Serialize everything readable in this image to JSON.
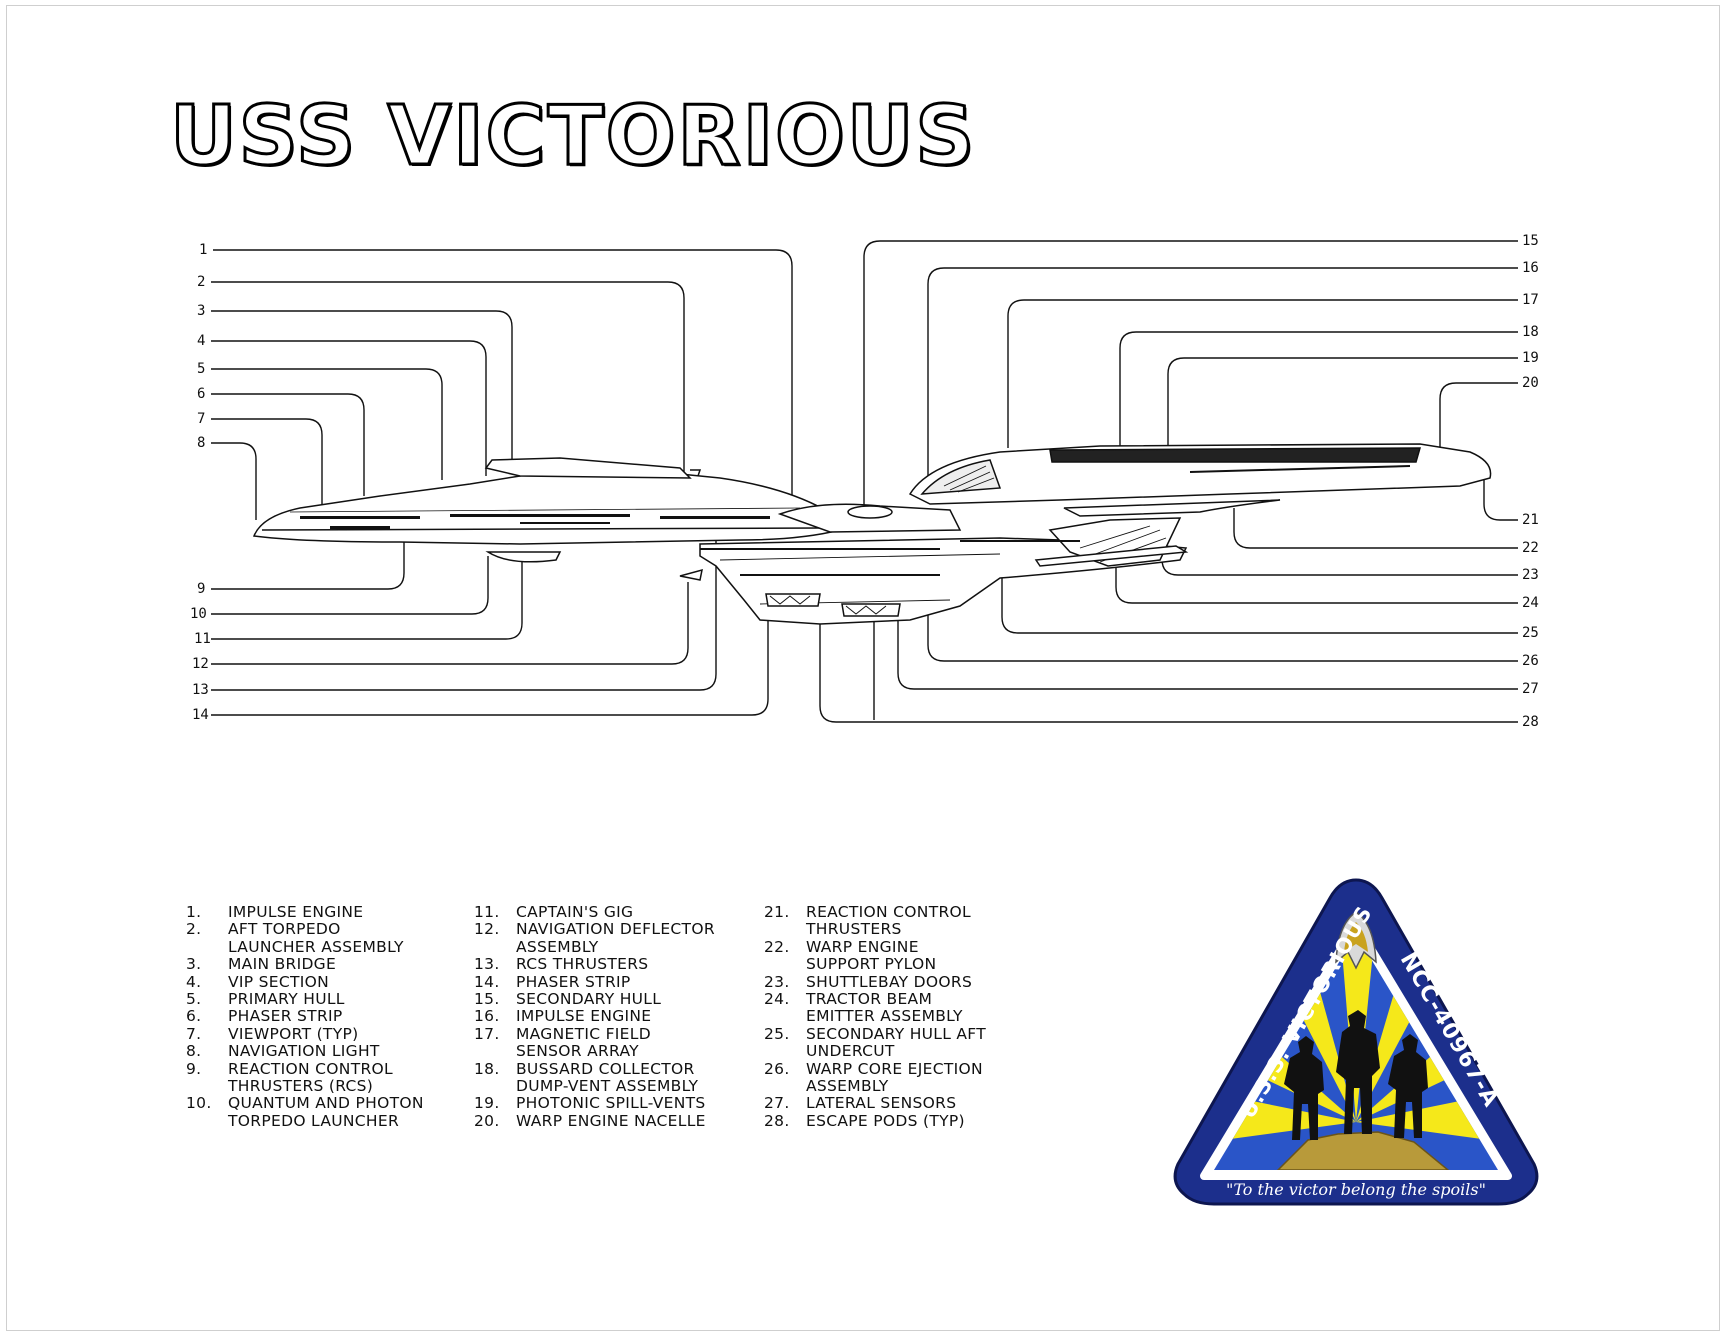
{
  "title": "USS VICTORIOUS",
  "callout_numbers_left": [
    "1",
    "2",
    "3",
    "4",
    "5",
    "6",
    "7",
    "8",
    "9",
    "10",
    "11",
    "12",
    "13",
    "14"
  ],
  "callout_numbers_right": [
    "15",
    "16",
    "17",
    "18",
    "19",
    "20",
    "21",
    "22",
    "23",
    "24",
    "25",
    "26",
    "27",
    "28"
  ],
  "legend": {
    "col1": [
      {
        "num": "1.",
        "text": "IMPULSE ENGINE"
      },
      {
        "num": "2.",
        "text": "AFT TORPEDO\nLAUNCHER ASSEMBLY"
      },
      {
        "num": "3.",
        "text": "MAIN BRIDGE"
      },
      {
        "num": "4.",
        "text": "VIP SECTION"
      },
      {
        "num": "5.",
        "text": "PRIMARY HULL"
      },
      {
        "num": "6.",
        "text": "PHASER STRIP"
      },
      {
        "num": "7.",
        "text": "VIEWPORT (TYP)"
      },
      {
        "num": "8.",
        "text": "NAVIGATION LIGHT"
      },
      {
        "num": "9.",
        "text": "REACTION CONTROL\nTHRUSTERS (RCS)"
      },
      {
        "num": "10.",
        "text": "QUANTUM AND PHOTON\nTORPEDO LAUNCHER"
      }
    ],
    "col2": [
      {
        "num": "11.",
        "text": "CAPTAIN'S GIG"
      },
      {
        "num": "12.",
        "text": "NAVIGATION DEFLECTOR\nASSEMBLY"
      },
      {
        "num": "13.",
        "text": "RCS THRUSTERS"
      },
      {
        "num": "14.",
        "text": "PHASER STRIP"
      },
      {
        "num": "15.",
        "text": "SECONDARY HULL"
      },
      {
        "num": "16.",
        "text": "IMPULSE ENGINE"
      },
      {
        "num": "17.",
        "text": "MAGNETIC FIELD\nSENSOR ARRAY"
      },
      {
        "num": "18.",
        "text": "BUSSARD COLLECTOR\nDUMP-VENT ASSEMBLY"
      },
      {
        "num": "19.",
        "text": "PHOTONIC SPILL-VENTS"
      },
      {
        "num": "20.",
        "text": "WARP ENGINE NACELLE"
      }
    ],
    "col3": [
      {
        "num": "21.",
        "text": "REACTION CONTROL\nTHRUSTERS"
      },
      {
        "num": "22.",
        "text": "WARP ENGINE\nSUPPORT PYLON"
      },
      {
        "num": "23.",
        "text": "SHUTTLEBAY DOORS"
      },
      {
        "num": "24.",
        "text": "TRACTOR BEAM\nEMITTER ASSEMBLY"
      },
      {
        "num": "25.",
        "text": "SECONDARY HULL AFT\nUNDERCUT"
      },
      {
        "num": "26.",
        "text": "WARP CORE EJECTION\nASSEMBLY"
      },
      {
        "num": "27.",
        "text": "LATERAL SENSORS"
      },
      {
        "num": "28.",
        "text": "ESCAPE PODS (TYP)"
      }
    ]
  },
  "insignia": {
    "left_text": "U.S.S. VICTORIOUS",
    "right_text": "NCC-40967-A",
    "motto": "\"To the victor belong the spoils\"",
    "colors": {
      "border": "#1c2f8c",
      "ring": "#ffffff",
      "rays_yellow": "#f5e81a",
      "rays_blue": "#2a55c8",
      "silhouette": "#111111",
      "rock": "#b89a3a"
    }
  }
}
